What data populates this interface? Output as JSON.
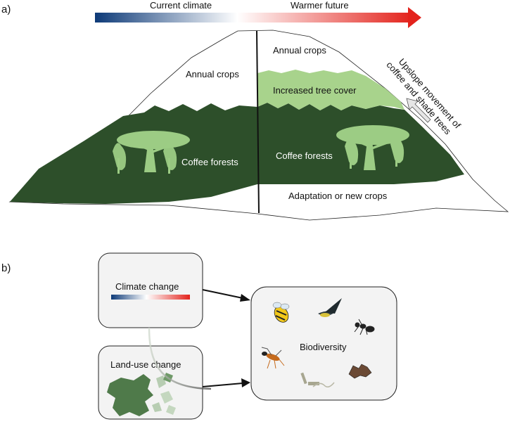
{
  "panel_a": {
    "letter": "a)",
    "arrow": {
      "left_label": "Current climate",
      "right_label": "Warmer future",
      "gradient": [
        "#0d3a78",
        "#ffffff",
        "#e3231c"
      ]
    },
    "zones": {
      "annual_crops_left": "Annual crops",
      "annual_crops_right": "Annual crops",
      "increased_tree_cover": "Increased tree cover",
      "coffee_forests_left": "Coffee forests",
      "coffee_forests_right": "Coffee forests",
      "adaptation": "Adaptation or new crops"
    },
    "upslope": {
      "line1": "Upslope movement of",
      "line2": "coffee and shade trees"
    },
    "colors": {
      "forest": "#2d4f2a",
      "tree_cover": "#a8d38c",
      "tree": "#9ccc84"
    }
  },
  "panel_b": {
    "letter": "b)",
    "climate_box": {
      "label": "Climate change",
      "gradient": [
        "#0d3a78",
        "#ffffff",
        "#e3231c"
      ]
    },
    "landuse_box": {
      "label": "Land-use change"
    },
    "biodiversity_box": {
      "label": "Biodiversity"
    },
    "icons": [
      "bee-icon",
      "bird-icon",
      "ant-icon",
      "wasp-icon",
      "bat-icon",
      "fungus-icon"
    ]
  }
}
